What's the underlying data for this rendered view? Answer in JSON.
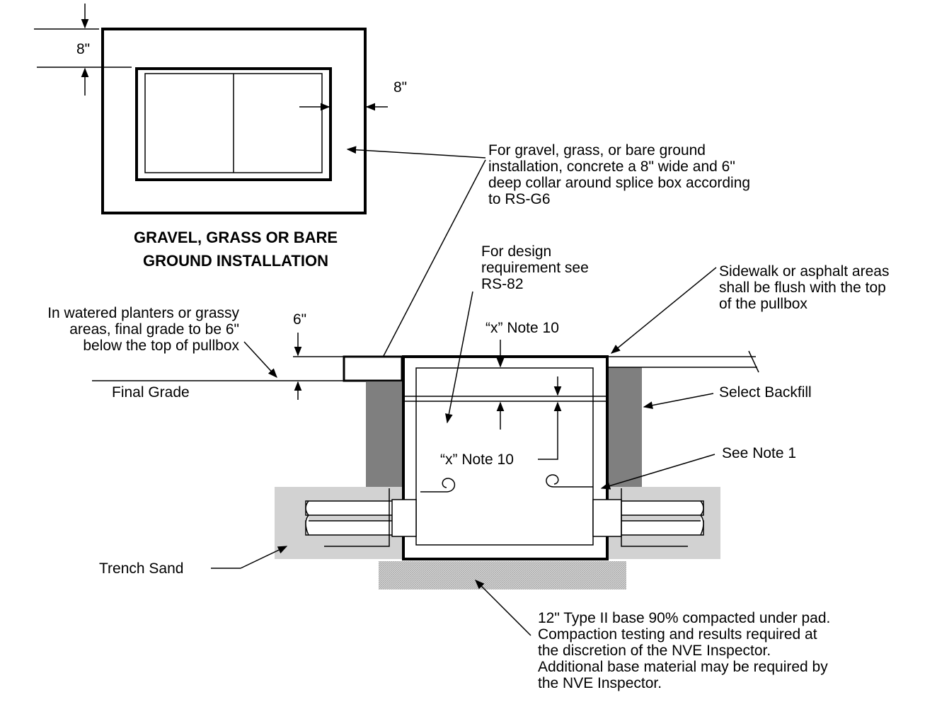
{
  "top_view": {
    "dim_top": "8\"",
    "dim_right": "8\"",
    "title_line1": "GRAVEL, GRASS OR BARE",
    "title_line2": "GROUND INSTALLATION"
  },
  "notes": {
    "collar": [
      "For gravel, grass, or bare ground",
      "installation, concrete a 8\" wide and 6\"",
      "deep collar around splice box according",
      "to RS-G6"
    ],
    "design": [
      "For design",
      "requirement see",
      "RS-82"
    ],
    "sidewalk": [
      "Sidewalk or asphalt areas",
      "shall be flush with the top",
      "of the pullbox"
    ],
    "planters": [
      "In watered planters or grassy",
      "areas, final grade to be 6\"",
      "below the top of pullbox"
    ],
    "dim_6": "6\"",
    "x_note_top": "“x” Note 10",
    "x_note_mid": "“x” Note 10",
    "final_grade": "Final Grade",
    "select_backfill": "Select Backfill",
    "see_note_1": "See Note 1",
    "trench_sand": "Trench Sand",
    "base": [
      "12\" Type II base 90% compacted under pad.",
      "Compaction testing and results required at",
      "the discretion of the NVE Inspector.",
      "Additional base material may be required by",
      "the NVE Inspector."
    ]
  },
  "colors": {
    "line": "#000000",
    "backfill": "#7f7f7f",
    "trench_sand": "#d2d2d2",
    "base_hatch": "#b8b8b8"
  }
}
